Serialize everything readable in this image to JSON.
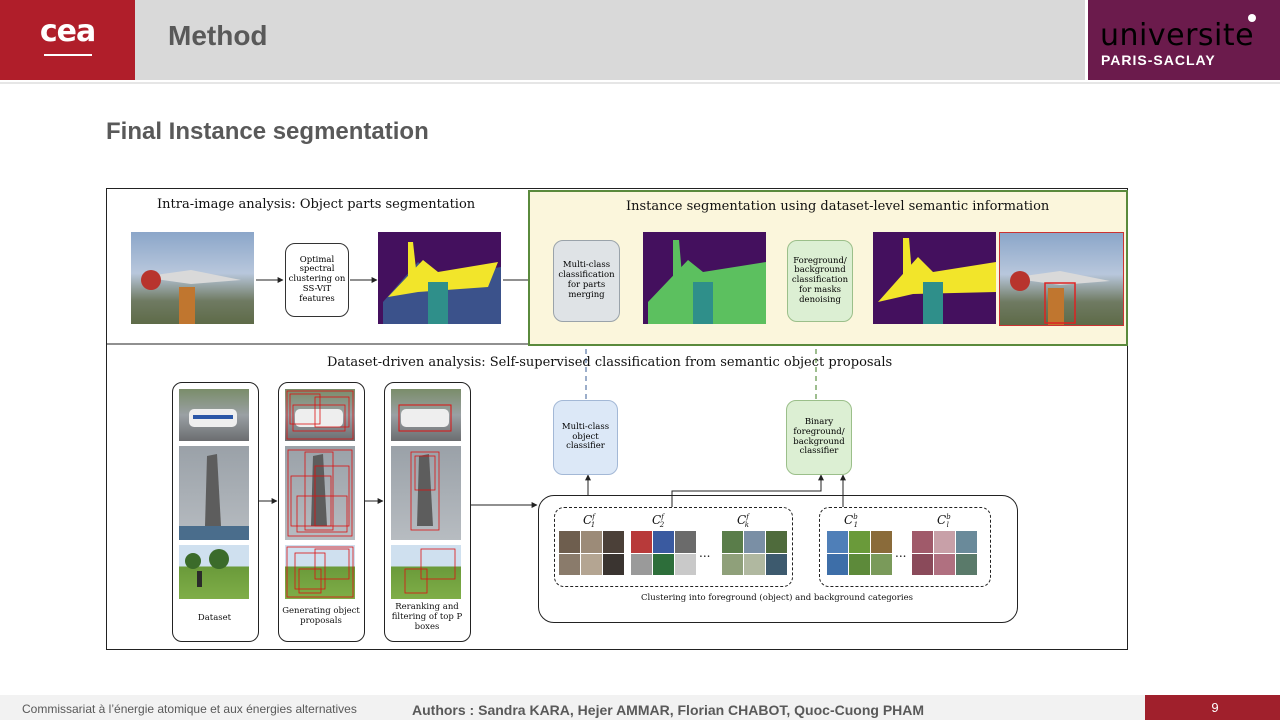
{
  "header": {
    "logo_left": "cea",
    "title": "Method",
    "logo_right_word": "universite",
    "logo_right_sub": "PARIS-SACLAY"
  },
  "subtitle": "Final Instance segmentation",
  "diagram": {
    "top_left_title": "Intra-image analysis: Object parts segmentation",
    "top_right_title": "Instance segmentation using dataset-level semantic information",
    "bottom_title": "Dataset-driven analysis: Self-supervised classification from semantic object proposals",
    "box_spectral": "Optimal spectral clustering on SS-ViT features",
    "box_multiclass_parts": "Multi-class classification for parts merging",
    "box_fg_bg": "Foreground/ background classification for masks denoising",
    "box_multiclass_object": "Multi-class object classifier",
    "box_binary": "Binary foreground/ background classifier",
    "col_dataset": "Dataset",
    "col_generating": "Generating object proposals",
    "col_reranking": "Reranking and filtering of top P boxes",
    "clusters_caption": "Clustering into foreground (object) and background categories",
    "ellipsis": "...",
    "cluster_labels": {
      "c1f_base": "C",
      "c1f_sup": "f",
      "c1f_sub": "1",
      "c2f_base": "C",
      "c2f_sup": "f",
      "c2f_sub": "2",
      "ckf_base": "C",
      "ckf_sup": "f",
      "ckf_sub": "k",
      "c1b_base": "C",
      "c1b_sup": "b",
      "c1b_sub": "1",
      "clb_base": "C",
      "clb_sup": "b",
      "clb_sub": "l"
    }
  },
  "footer": {
    "org": "Commissariat à l’énergie atomique et aux énergies alternatives",
    "authors": "Authors : Sandra KARA, Hejer AMMAR, Florian CHABOT, Quoc-Cuong PHAM",
    "page": "9"
  },
  "colors": {
    "cea_red": "#b01e2a",
    "saclay_purple": "#6b1b4c",
    "highlight_panel": "#fbf6dc",
    "highlight_border": "#5a8a3c",
    "seg_purple": "#44105e",
    "seg_yellow": "#f2e52a",
    "seg_teal": "#2f8f8a",
    "seg_green": "#5cc05f"
  }
}
